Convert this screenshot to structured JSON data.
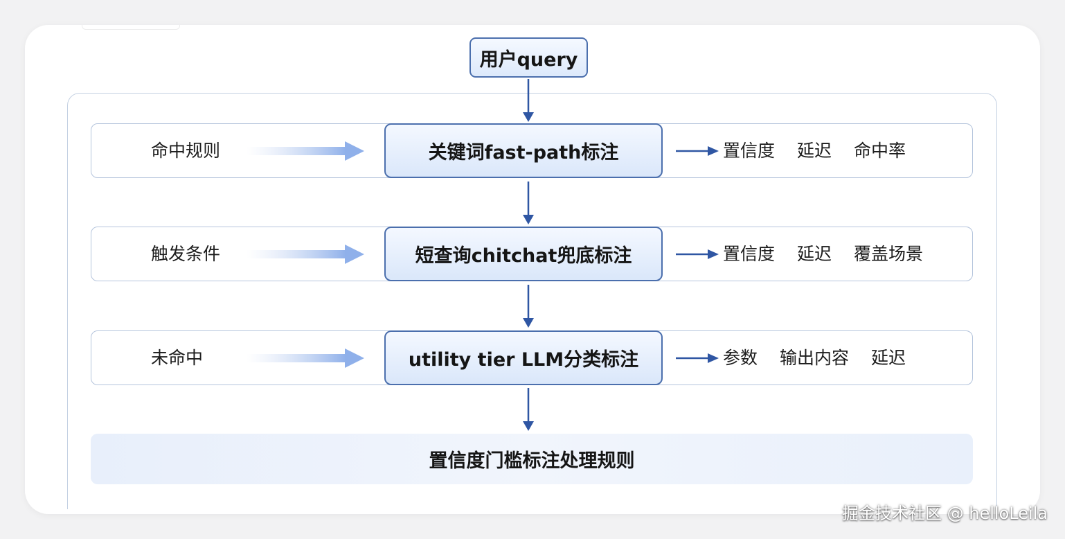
{
  "diagram": {
    "start": "用户query",
    "rows": [
      {
        "label": "命中规则",
        "process": "关键词fast-path标注",
        "outputs": [
          "置信度",
          "延迟",
          "命中率"
        ]
      },
      {
        "label": "触发条件",
        "process": "短查询chitchat兜底标注",
        "outputs": [
          "置信度",
          "延迟",
          "覆盖场景"
        ]
      },
      {
        "label": "未命中",
        "process": "utility tier LLM分类标注",
        "outputs": [
          "参数",
          "输出内容",
          "延迟"
        ]
      }
    ],
    "final": "置信度门槛标注处理规则"
  },
  "watermark": "掘金技术社区 @ helloLeila",
  "colors": {
    "arrow": "#2f56a3",
    "node_border": "#4b6fad",
    "row_border": "#b4c4dc",
    "frame_border": "#c3d0e2"
  }
}
